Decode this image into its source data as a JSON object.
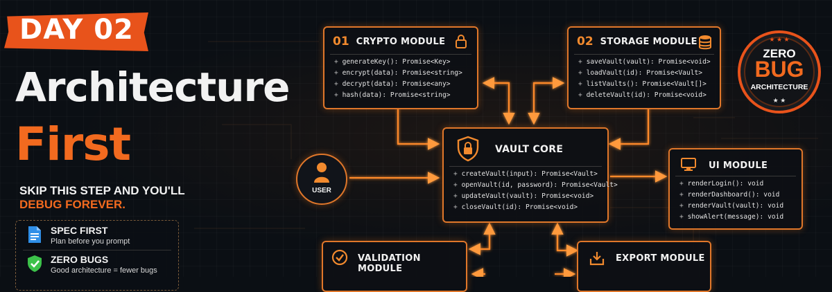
{
  "left": {
    "day": "DAY 02",
    "title_line1": "Architecture",
    "title_line2": "First",
    "tagline_line1": "SKIP THIS STEP AND YOU'LL",
    "tagline_line2": "DEBUG FOREVER.",
    "panel": [
      {
        "title": "SPEC FIRST",
        "subtitle": "Plan before you prompt",
        "icon": "document-icon"
      },
      {
        "title": "ZERO BUGS",
        "subtitle": "Good architecture = fewer bugs",
        "icon": "shield-check-icon"
      }
    ]
  },
  "badge": {
    "line1": "ZERO",
    "line2": "BUG",
    "line3": "ARCHITECTURE",
    "stars_top": "★ ★ ★",
    "stars_bottom": "★ ★"
  },
  "user": {
    "label": "USER"
  },
  "modules": {
    "crypto": {
      "number": "01",
      "title": "CRYPTO MODULE",
      "icon": "lock-icon",
      "methods": [
        "generateKey(): Promise<Key>",
        "encrypt(data): Promise<string>",
        "decrypt(data): Promise<any>",
        "hash(data): Promise<string>"
      ]
    },
    "storage": {
      "number": "02",
      "title": "STORAGE MODULE",
      "icon": "database-icon",
      "methods": [
        "saveVault(vault): Promise<void>",
        "loadVault(id): Promise<Vault>",
        "listVaults(): Promise<Vault[]>",
        "deleteVault(id): Promise<void>"
      ]
    },
    "core": {
      "title": "VAULT CORE",
      "icon": "shield-lock-icon",
      "methods": [
        "createVault(input): Promise<Vault>",
        "openVault(id, password): Promise<Vault>",
        "updateVault(vault): Promise<void>",
        "closeVault(id): Promise<void>"
      ]
    },
    "ui": {
      "title": "UI MODULE",
      "icon": "monitor-icon",
      "methods": [
        "renderLogin(): void",
        "renderDashboard(): void",
        "renderVault(vault): void",
        "showAlert(message): void"
      ]
    },
    "validation": {
      "title": "VALIDATION MODULE",
      "icon": "check-circle-icon"
    },
    "export": {
      "title": "EXPORT MODULE",
      "icon": "export-tray-icon"
    }
  },
  "colors": {
    "accent": "#f26a1f",
    "border": "#e0772a",
    "background": "#0b0f14"
  }
}
